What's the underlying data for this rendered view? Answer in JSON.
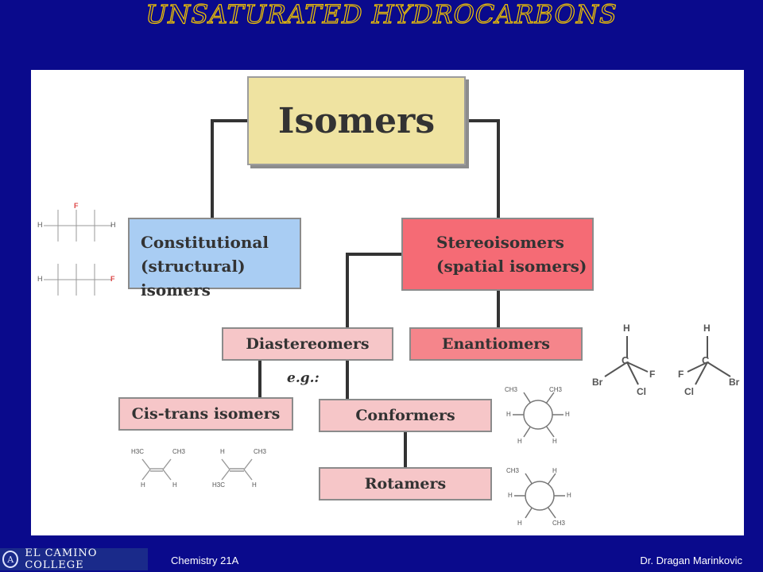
{
  "slide": {
    "title": "UNSATURATED HYDROCARBONS",
    "colors": {
      "background": "#0a0a8c",
      "title": "#f2c400"
    }
  },
  "diagram": {
    "nodes": {
      "isomers": "Isomers",
      "constitutional_line1": "Constitutional",
      "constitutional_line2": "(structural) isomers",
      "stereo_line1": "Stereoisomers",
      "stereo_line2": "(spatial isomers)",
      "diastereomers": "Diastereomers",
      "enantiomers": "Enantiomers",
      "cis_trans": "Cis-trans isomers",
      "conformers": "Conformers",
      "rotamers": "Rotamers"
    },
    "eg_label": "e.g.:",
    "colors": {
      "isomers": "#efe3a1",
      "constitutional": "#a9cdf3",
      "stereoisomers": "#f56b75",
      "enantiomers": "#f5858b",
      "light_pink": "#f6c6c8"
    },
    "atoms": {
      "H": "H",
      "C": "C",
      "F": "F",
      "Br": "Br",
      "Cl": "Cl",
      "CH3": "CH3",
      "H3C": "H3C"
    }
  },
  "footer": {
    "logo_text": "EL CAMINO COLLEGE",
    "logo_seal": "A",
    "course": "Chemistry 21A",
    "author": "Dr. Dragan Marinkovic"
  }
}
